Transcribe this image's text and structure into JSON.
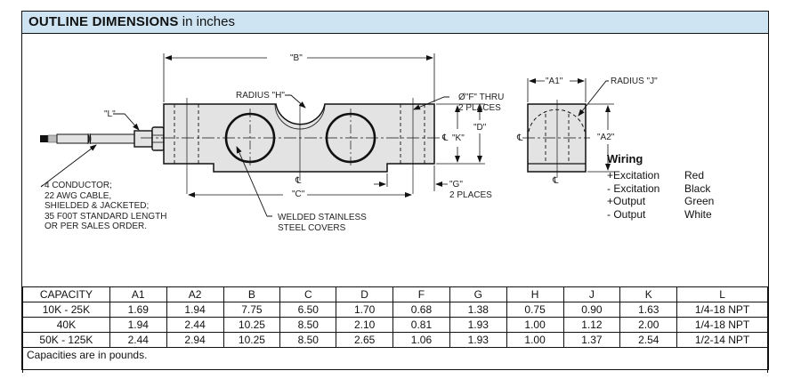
{
  "header": {
    "title_bold": "OUTLINE DIMENSIONS",
    "title_light": " in inches"
  },
  "drawing": {
    "labels": {
      "B": "\"B\"",
      "radius_h": "RADIUS \"H\"",
      "f_thru": "Ø\"F\" THRU\n2 PLACES",
      "L": "\"L\"",
      "K": "\"K\"",
      "D": "\"D\"",
      "C": "\"C\"",
      "G": "\"G\"\n2 PLACES",
      "cable_note": "4 CONDUCTOR;\n22 AWG CABLE,\nSHIELDED & JACKETED;\n35 F00T STANDARD LENGTH\nOR PER SALES ORDER.",
      "covers_note": "WELDED STAINLESS\nSTEEL COVERS",
      "A1": "\"A1\"",
      "A2": "\"A2\"",
      "radius_j": "RADIUS \"J\"",
      "centerline": "℄"
    },
    "colors": {
      "body_fill": "#e3e3e3",
      "stroke": "#111111",
      "header_bg": "#cfe4f2"
    }
  },
  "wiring": {
    "title": "Wiring",
    "rows": [
      {
        "signal": "+Excitation",
        "color": "Red"
      },
      {
        "signal": "- Excitation",
        "color": "Black"
      },
      {
        "signal": "+Output",
        "color": "Green"
      },
      {
        "signal": "- Output",
        "color": "White"
      }
    ]
  },
  "table": {
    "headers": [
      "CAPACITY",
      "A1",
      "A2",
      "B",
      "C",
      "D",
      "F",
      "G",
      "H",
      "J",
      "K",
      "L"
    ],
    "rows": [
      [
        "10K - 25K",
        "1.69",
        "1.94",
        "7.75",
        "6.50",
        "1.70",
        "0.68",
        "1.38",
        "0.75",
        "0.90",
        "1.63",
        "1/4-18 NPT"
      ],
      [
        "40K",
        "1.94",
        "2.44",
        "10.25",
        "8.50",
        "2.10",
        "0.81",
        "1.93",
        "1.00",
        "1.12",
        "2.00",
        "1/4-18 NPT"
      ],
      [
        "50K - 125K",
        "2.44",
        "2.94",
        "10.25",
        "8.50",
        "2.65",
        "1.06",
        "1.93",
        "1.00",
        "1.37",
        "2.54",
        "1/2-14 NPT"
      ]
    ],
    "footnote": "Capacities are in pounds."
  }
}
